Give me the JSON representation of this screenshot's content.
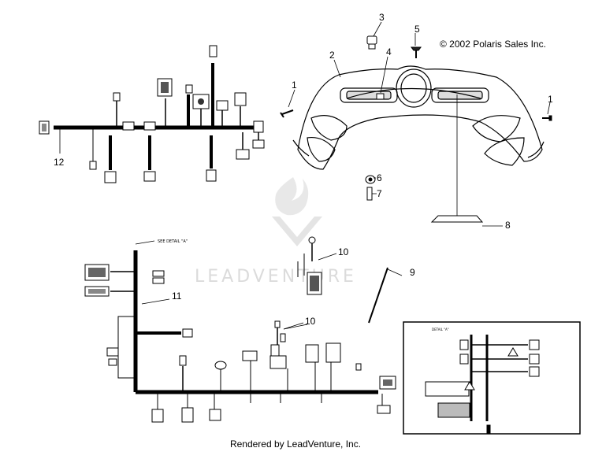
{
  "copyright": "© 2002 Polaris Sales Inc.",
  "footer": "Rendered by LeadVenture, Inc.",
  "watermark": "LEADVENTURE",
  "see_detail_label": "SEE DETAIL \"A\"",
  "detail_box_title": "DETAIL \"A\"",
  "callouts": {
    "c1_left": "1",
    "c1_right": "1",
    "c2": "2",
    "c3": "3",
    "c4": "4",
    "c5": "5",
    "c6": "6",
    "c7": "7",
    "c8": "8",
    "c9": "9",
    "c10_top": "10",
    "c10_bottom": "10",
    "c11": "11",
    "c12": "12"
  }
}
